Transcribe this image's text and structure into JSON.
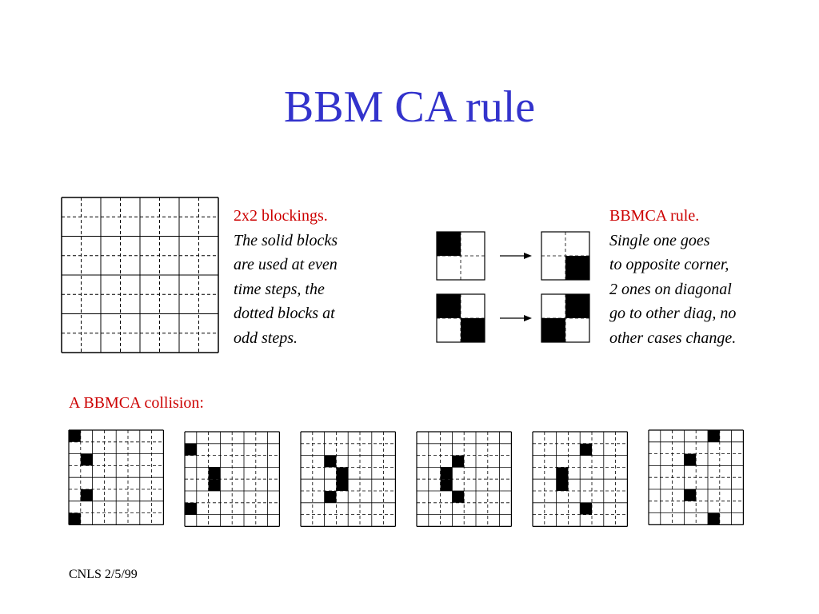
{
  "title": "BBM CA rule",
  "blocking_caption": {
    "line1": "2x2 blockings.",
    "line2": "The solid blocks",
    "line3": "are used at even",
    "line4": "time steps, the",
    "line5": "dotted blocks at",
    "line6": "odd steps."
  },
  "rule_caption": {
    "line1": "BBMCA rule.",
    "line2": "Single one goes",
    "line3": "to opposite corner,",
    "line4": "2 ones on diagonal",
    "line5": "go to other diag, no",
    "line6": "other cases change."
  },
  "collision_label": "A BBMCA collision:",
  "footer": "CNLS  2/5/99",
  "colors": {
    "title": "#3333cc",
    "accent_red": "#cc0000",
    "cell_fill": "#000000"
  },
  "lattice": {
    "rows": 8,
    "cols": 8
  },
  "rules": [
    {
      "before": [
        1,
        0,
        0,
        0
      ],
      "after": [
        0,
        0,
        0,
        1
      ]
    },
    {
      "before": [
        1,
        0,
        0,
        1
      ],
      "after": [
        0,
        1,
        1,
        0
      ]
    }
  ],
  "collision_frames": [
    {
      "grid": [
        [
          1,
          0,
          0,
          0,
          0,
          0,
          0,
          0
        ],
        [
          0,
          0,
          0,
          0,
          0,
          0,
          0,
          0
        ],
        [
          0,
          1,
          0,
          0,
          0,
          0,
          0,
          0
        ],
        [
          0,
          0,
          0,
          0,
          0,
          0,
          0,
          0
        ],
        [
          0,
          0,
          0,
          0,
          0,
          0,
          0,
          0
        ],
        [
          0,
          1,
          0,
          0,
          0,
          0,
          0,
          0
        ],
        [
          0,
          0,
          0,
          0,
          0,
          0,
          0,
          0
        ],
        [
          1,
          0,
          0,
          0,
          0,
          0,
          0,
          0
        ]
      ]
    },
    {
      "grid": [
        [
          0,
          0,
          0,
          0,
          0,
          0,
          0,
          0
        ],
        [
          1,
          0,
          0,
          0,
          0,
          0,
          0,
          0
        ],
        [
          0,
          0,
          0,
          0,
          0,
          0,
          0,
          0
        ],
        [
          0,
          0,
          1,
          0,
          0,
          0,
          0,
          0
        ],
        [
          0,
          0,
          1,
          0,
          0,
          0,
          0,
          0
        ],
        [
          0,
          0,
          0,
          0,
          0,
          0,
          0,
          0
        ],
        [
          1,
          0,
          0,
          0,
          0,
          0,
          0,
          0
        ],
        [
          0,
          0,
          0,
          0,
          0,
          0,
          0,
          0
        ]
      ]
    },
    {
      "grid": [
        [
          0,
          0,
          0,
          0,
          0,
          0,
          0,
          0
        ],
        [
          0,
          0,
          0,
          0,
          0,
          0,
          0,
          0
        ],
        [
          0,
          0,
          1,
          0,
          0,
          0,
          0,
          0
        ],
        [
          0,
          0,
          0,
          1,
          0,
          0,
          0,
          0
        ],
        [
          0,
          0,
          0,
          1,
          0,
          0,
          0,
          0
        ],
        [
          0,
          0,
          1,
          0,
          0,
          0,
          0,
          0
        ],
        [
          0,
          0,
          0,
          0,
          0,
          0,
          0,
          0
        ],
        [
          0,
          0,
          0,
          0,
          0,
          0,
          0,
          0
        ]
      ]
    },
    {
      "grid": [
        [
          0,
          0,
          0,
          0,
          0,
          0,
          0,
          0
        ],
        [
          0,
          0,
          0,
          0,
          0,
          0,
          0,
          0
        ],
        [
          0,
          0,
          0,
          1,
          0,
          0,
          0,
          0
        ],
        [
          0,
          0,
          1,
          0,
          0,
          0,
          0,
          0
        ],
        [
          0,
          0,
          1,
          0,
          0,
          0,
          0,
          0
        ],
        [
          0,
          0,
          0,
          1,
          0,
          0,
          0,
          0
        ],
        [
          0,
          0,
          0,
          0,
          0,
          0,
          0,
          0
        ],
        [
          0,
          0,
          0,
          0,
          0,
          0,
          0,
          0
        ]
      ]
    },
    {
      "grid": [
        [
          0,
          0,
          0,
          0,
          0,
          0,
          0,
          0
        ],
        [
          0,
          0,
          0,
          0,
          1,
          0,
          0,
          0
        ],
        [
          0,
          0,
          0,
          0,
          0,
          0,
          0,
          0
        ],
        [
          0,
          0,
          1,
          0,
          0,
          0,
          0,
          0
        ],
        [
          0,
          0,
          1,
          0,
          0,
          0,
          0,
          0
        ],
        [
          0,
          0,
          0,
          0,
          0,
          0,
          0,
          0
        ],
        [
          0,
          0,
          0,
          0,
          1,
          0,
          0,
          0
        ],
        [
          0,
          0,
          0,
          0,
          0,
          0,
          0,
          0
        ]
      ]
    },
    {
      "grid": [
        [
          0,
          0,
          0,
          0,
          0,
          1,
          0,
          0
        ],
        [
          0,
          0,
          0,
          0,
          0,
          0,
          0,
          0
        ],
        [
          0,
          0,
          0,
          1,
          0,
          0,
          0,
          0
        ],
        [
          0,
          0,
          0,
          0,
          0,
          0,
          0,
          0
        ],
        [
          0,
          0,
          0,
          0,
          0,
          0,
          0,
          0
        ],
        [
          0,
          0,
          0,
          1,
          0,
          0,
          0,
          0
        ],
        [
          0,
          0,
          0,
          0,
          0,
          0,
          0,
          0
        ],
        [
          0,
          0,
          0,
          0,
          0,
          1,
          0,
          0
        ]
      ]
    }
  ]
}
